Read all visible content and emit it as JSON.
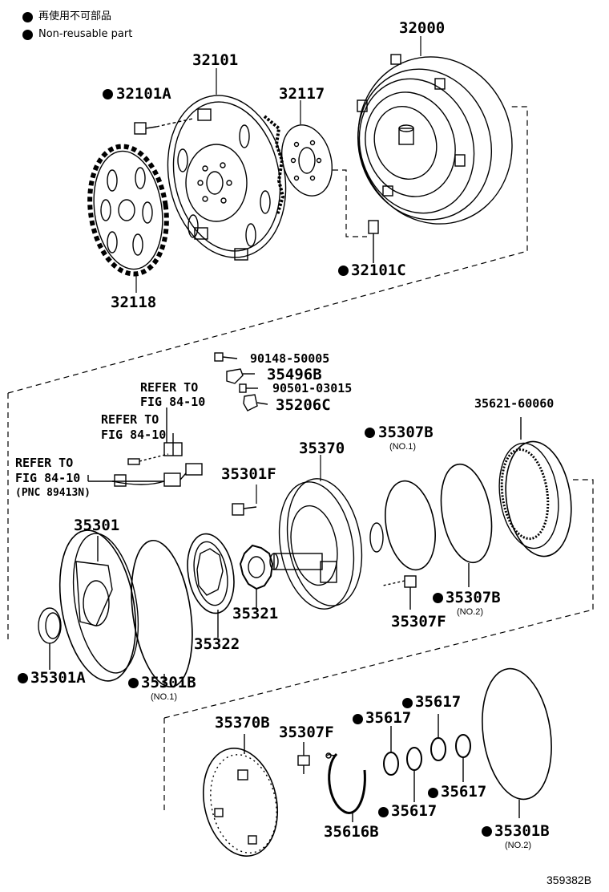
{
  "legend": {
    "jp": "再使用不可部品",
    "en": "Non-reusable part"
  },
  "diagram_id": "359382B",
  "parts": [
    {
      "id": "p32000",
      "label": "32000",
      "non_reusable": false
    },
    {
      "id": "p32101",
      "label": "32101",
      "non_reusable": false
    },
    {
      "id": "p32101A",
      "label": "32101A",
      "non_reusable": true
    },
    {
      "id": "p32117",
      "label": "32117",
      "non_reusable": false
    },
    {
      "id": "p32118",
      "label": "32118",
      "non_reusable": false
    },
    {
      "id": "p32101C",
      "label": "32101C",
      "non_reusable": true
    },
    {
      "id": "p90148",
      "label": "90148-50005",
      "non_reusable": false
    },
    {
      "id": "p35496B",
      "label": "35496B",
      "non_reusable": false
    },
    {
      "id": "p90501",
      "label": "90501-03015",
      "non_reusable": false
    },
    {
      "id": "p35206C",
      "label": "35206C",
      "non_reusable": false
    },
    {
      "id": "p35621",
      "label": "35621-60060",
      "non_reusable": false
    },
    {
      "id": "p35307B1",
      "label": "35307B",
      "non_reusable": true,
      "note": "(NO.1)"
    },
    {
      "id": "p35370",
      "label": "35370",
      "non_reusable": false
    },
    {
      "id": "p35301F",
      "label": "35301F",
      "non_reusable": false
    },
    {
      "id": "p35301",
      "label": "35301",
      "non_reusable": false
    },
    {
      "id": "p35321",
      "label": "35321",
      "non_reusable": false
    },
    {
      "id": "p35322",
      "label": "35322",
      "non_reusable": false
    },
    {
      "id": "p35307B2",
      "label": "35307B",
      "non_reusable": true,
      "note": "(NO.2)"
    },
    {
      "id": "p35307F1",
      "label": "35307F",
      "non_reusable": false
    },
    {
      "id": "p35301A",
      "label": "35301A",
      "non_reusable": true
    },
    {
      "id": "p35301B1",
      "label": "35301B",
      "non_reusable": true,
      "note": "(NO.1)"
    },
    {
      "id": "p35370B",
      "label": "35370B",
      "non_reusable": false
    },
    {
      "id": "p35307F2",
      "label": "35307F",
      "non_reusable": false
    },
    {
      "id": "p35617a",
      "label": "35617",
      "non_reusable": true
    },
    {
      "id": "p35617b",
      "label": "35617",
      "non_reusable": true
    },
    {
      "id": "p35617c",
      "label": "35617",
      "non_reusable": true
    },
    {
      "id": "p35617d",
      "label": "35617",
      "non_reusable": true
    },
    {
      "id": "p35616B",
      "label": "35616B",
      "non_reusable": false
    },
    {
      "id": "p35301B2",
      "label": "35301B",
      "non_reusable": true,
      "note": "(NO.2)"
    }
  ],
  "refs": [
    {
      "id": "r1",
      "lines": [
        "REFER TO",
        "FIG 84-10"
      ]
    },
    {
      "id": "r2",
      "lines": [
        "REFER TO",
        "FIG 84-10"
      ]
    },
    {
      "id": "r3",
      "lines": [
        "REFER TO",
        "FIG 84-10",
        "(PNC 89413N)"
      ]
    }
  ]
}
